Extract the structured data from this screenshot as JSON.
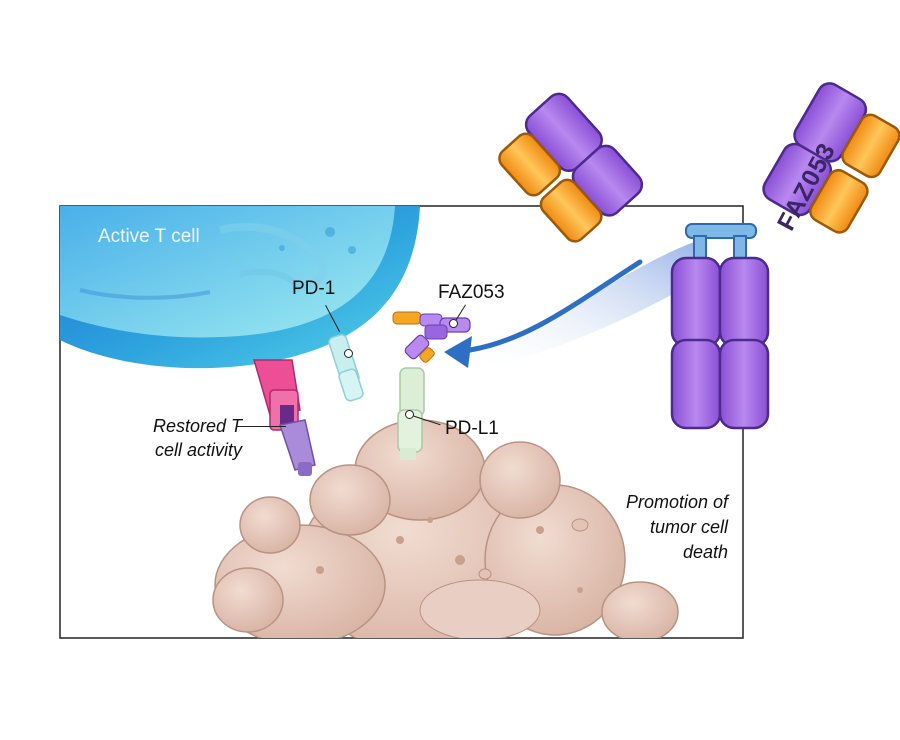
{
  "labels": {
    "t_cell": "Active T cell",
    "pd1": "PD-1",
    "faz053_small": "FAZ053",
    "pdl1": "PD-L1",
    "restored": "Restored T cell activity",
    "promotion": "Promotion of tumor cell death",
    "antibody_name": "FAZ053"
  },
  "colors": {
    "t_cell_blue": "#2f8fd8",
    "t_cell_light": "#9fe3ee",
    "antibody_purple": "#a26ae0",
    "antibody_orange": "#f5a623",
    "tumor_pink": "#e2c3b4",
    "pd1_teal": "#bfe9ec",
    "receptor_pink": "#e6428f",
    "arrow_blue": "#2d6fc4"
  }
}
